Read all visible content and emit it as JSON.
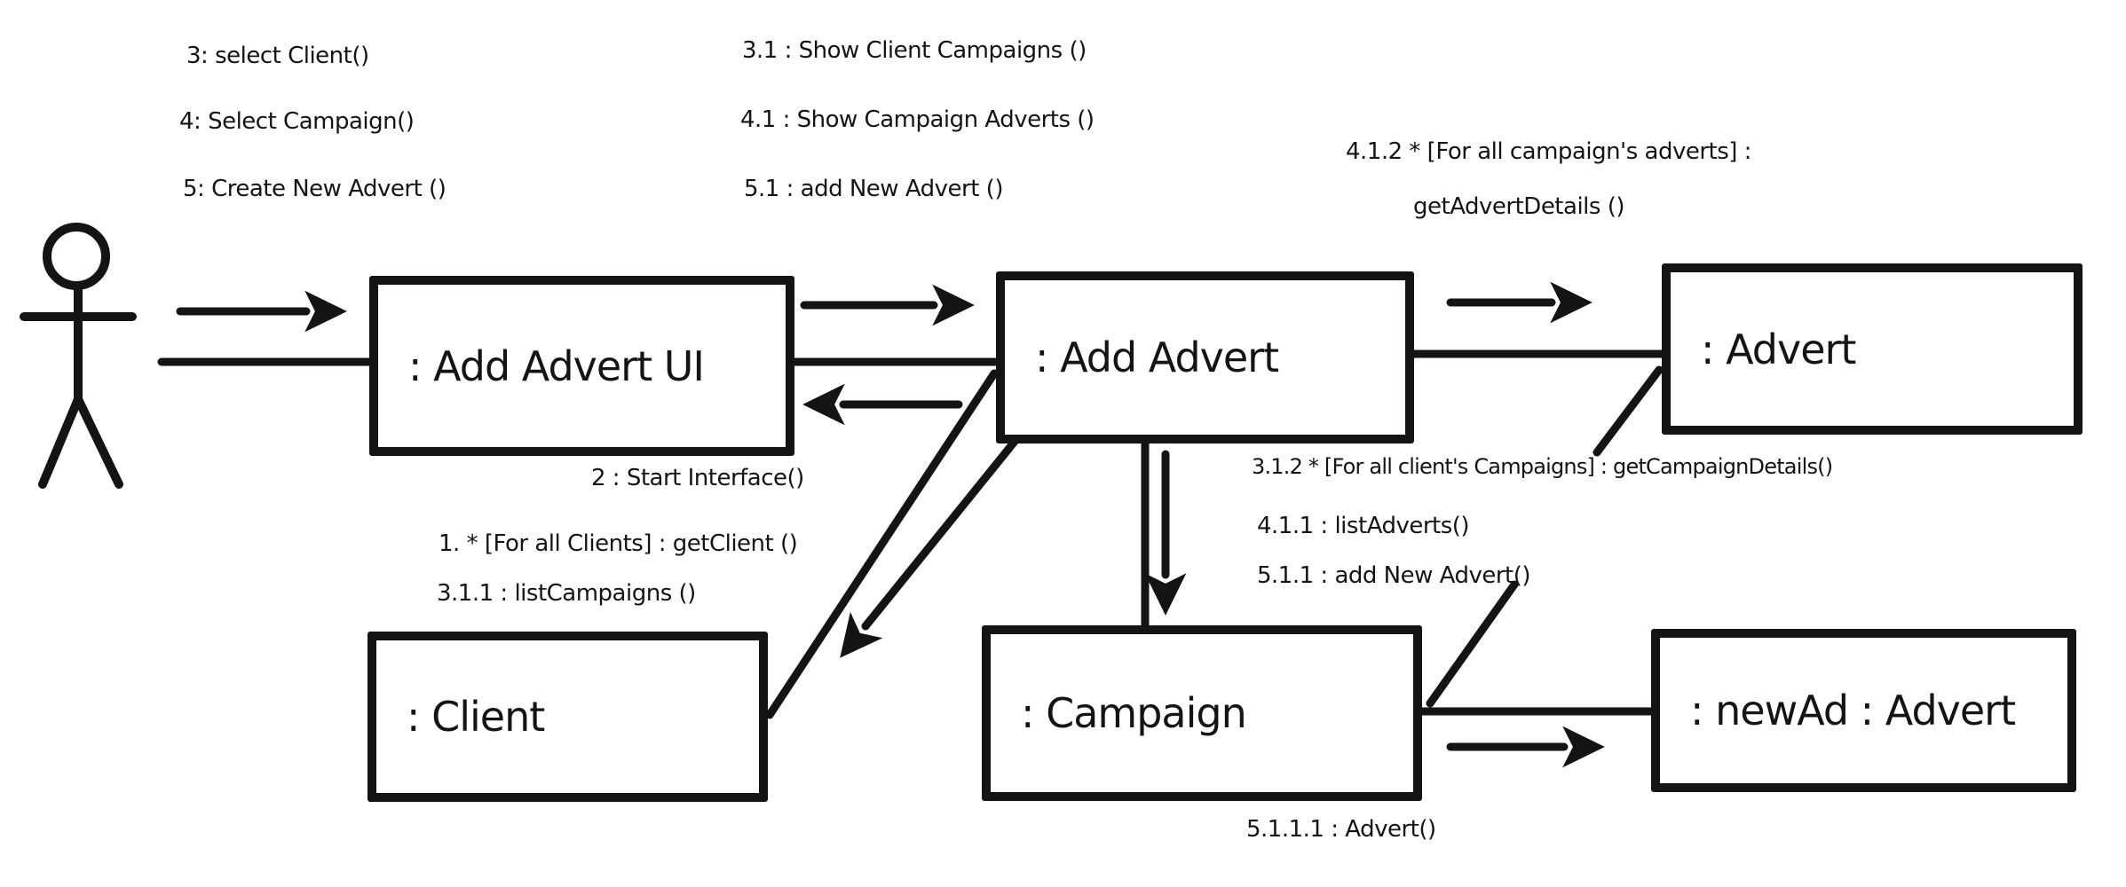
{
  "colors": {
    "ink": "#141414",
    "background": "#ffffff"
  },
  "objects": {
    "ui": ": Add Advert UI",
    "controller": ": Add Advert",
    "advert": ": Advert",
    "client": ": Client",
    "campaign": ": Campaign",
    "newad": ": newAd : Advert"
  },
  "messages": {
    "select_client": "3: select Client()",
    "select_campaign": "4: Select Campaign()",
    "create_new_advert": "5: Create New Advert ()",
    "show_client_campaigns": "3.1 : Show Client Campaigns ()",
    "show_campaign_adverts": "4.1 : Show Campaign Adverts ()",
    "add_new_advert_ui": "5.1 : add New Advert ()",
    "get_advert_details_guard": "4.1.2 * [For all campaign's adverts] :",
    "get_advert_details_call": "getAdvertDetails ()",
    "start_interface": "2 : Start Interface()",
    "get_client": "1. * [For all Clients] : getClient ()",
    "list_campaigns": "3.1.1 : listCampaigns ()",
    "get_campaign_details": "3.1.2 * [For all client's Campaigns] : getCampaignDetails()",
    "list_adverts": "4.1.1 : listAdverts()",
    "add_new_advert": "5.1.1 : add New Advert()",
    "advert_create": "5.1.1.1 : Advert()"
  }
}
